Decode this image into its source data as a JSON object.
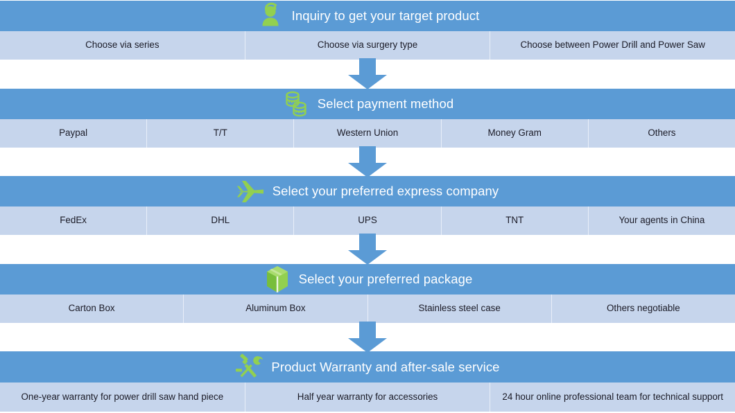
{
  "colors": {
    "header_bar": "#5B9BD5",
    "option_bar": "#C6D5EC",
    "icon_green": "#92D050",
    "arrow_blue": "#5B9BD5",
    "title_text": "#FFFFFF",
    "option_text": "#1A1A26"
  },
  "steps": [
    {
      "id": "inquiry",
      "icon": "customer-support-person-icon",
      "title": "Inquiry to get your target product",
      "options": [
        "Choose via series",
        "Choose via surgery type",
        "Choose  between Power Drill and Power Saw"
      ]
    },
    {
      "id": "payment",
      "icon": "coin-stacks-icon",
      "title": "Select payment method",
      "options": [
        "Paypal",
        "T/T",
        "Western Union",
        "Money Gram",
        "Others"
      ]
    },
    {
      "id": "express",
      "icon": "airplane-icon",
      "title": "Select your preferred express company",
      "options": [
        "FedEx",
        "DHL",
        "UPS",
        "TNT",
        "Your agents in China"
      ]
    },
    {
      "id": "package",
      "icon": "package-box-icon",
      "title": "Select your preferred package",
      "options": [
        "Carton Box",
        "Aluminum Box",
        "Stainless steel case",
        "Others negotiable"
      ]
    },
    {
      "id": "warranty",
      "icon": "crossed-tools-icon",
      "title": "Product Warranty and after-sale service",
      "options": [
        "One-year warranty for power drill saw hand piece",
        "Half year warranty for accessories",
        "24 hour online professional team for technical support"
      ]
    }
  ],
  "connectors": [
    {
      "name": "down-arrow-1"
    },
    {
      "name": "down-arrow-2"
    },
    {
      "name": "down-arrow-3"
    },
    {
      "name": "down-arrow-4"
    }
  ]
}
